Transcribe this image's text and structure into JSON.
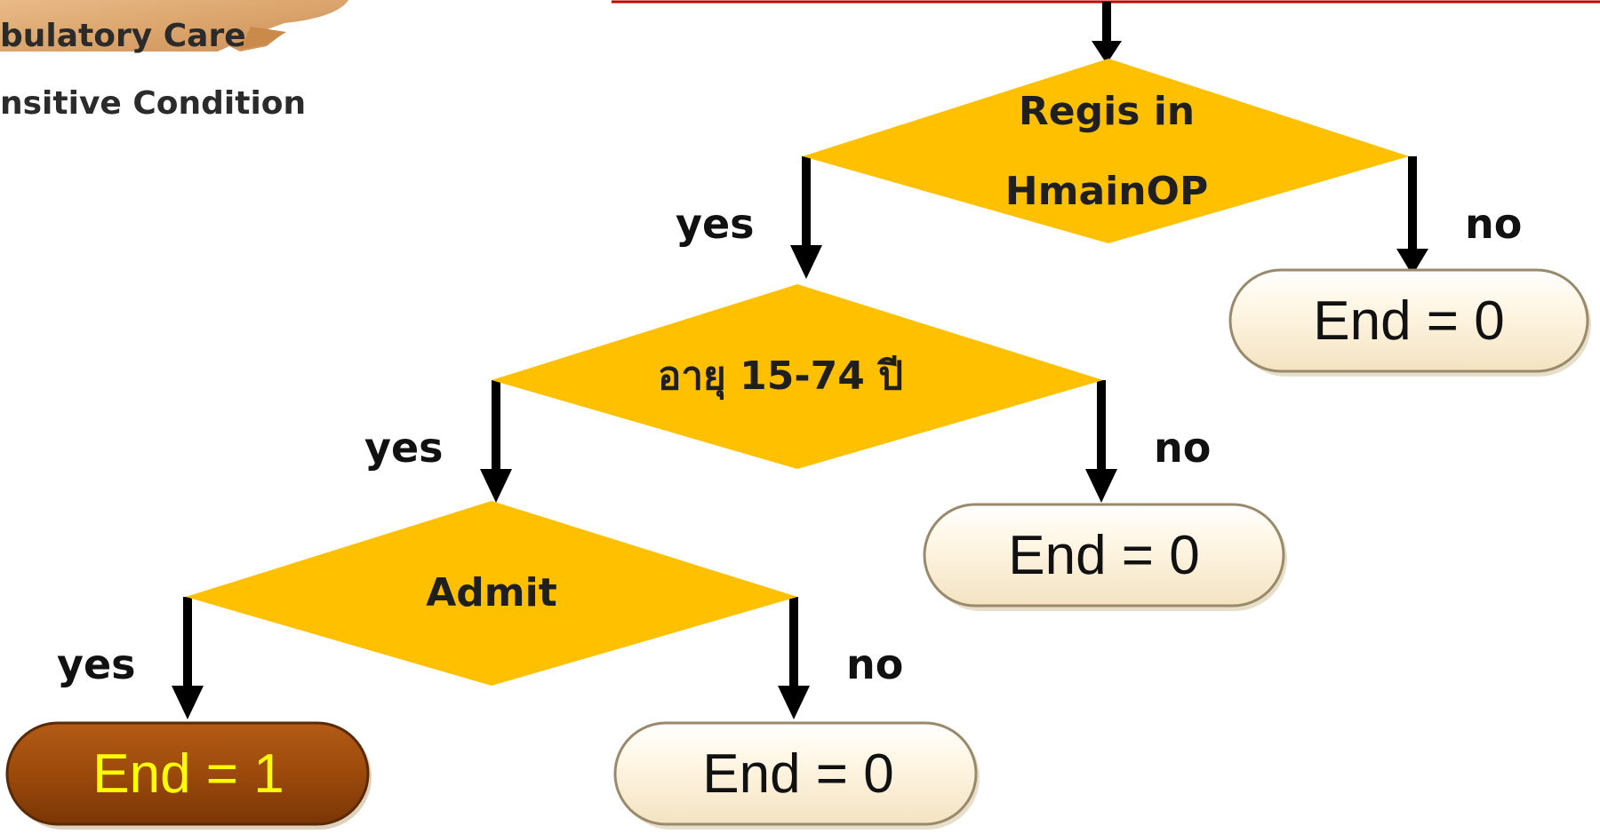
{
  "header_fragment": {
    "line1": "bulatory Care",
    "line2": "nsitive Condition"
  },
  "decisions": [
    {
      "id": "regis",
      "lines": [
        "Regis in",
        "HmainOP"
      ]
    },
    {
      "id": "age",
      "lines": [
        "อายุ 15-74 ปี"
      ]
    },
    {
      "id": "admit",
      "lines": [
        "Admit"
      ]
    }
  ],
  "branch_labels": {
    "regis_yes": "yes",
    "regis_no": "no",
    "age_yes": "yes",
    "age_no": "no",
    "admit_yes": "yes",
    "admit_no": "no"
  },
  "end_nodes": [
    {
      "id": "end-regis-no",
      "label": "End = 0",
      "variant": "negative"
    },
    {
      "id": "end-age-no",
      "label": "End = 0",
      "variant": "negative"
    },
    {
      "id": "end-admit-yes",
      "label": "End = 1",
      "variant": "positive"
    },
    {
      "id": "end-admit-no",
      "label": "End = 0",
      "variant": "negative"
    }
  ],
  "colors": {
    "decision_fill": "#FFC000",
    "top_box_border": "#C00000",
    "arrow": "#000000",
    "end_negative_fill": "#FFF6E0",
    "end_negative_border": "#8a7a60",
    "end_positive_fill": "#9C4A0B",
    "end_positive_text": "#FFFF00",
    "wood_accent": "#D9A066"
  }
}
